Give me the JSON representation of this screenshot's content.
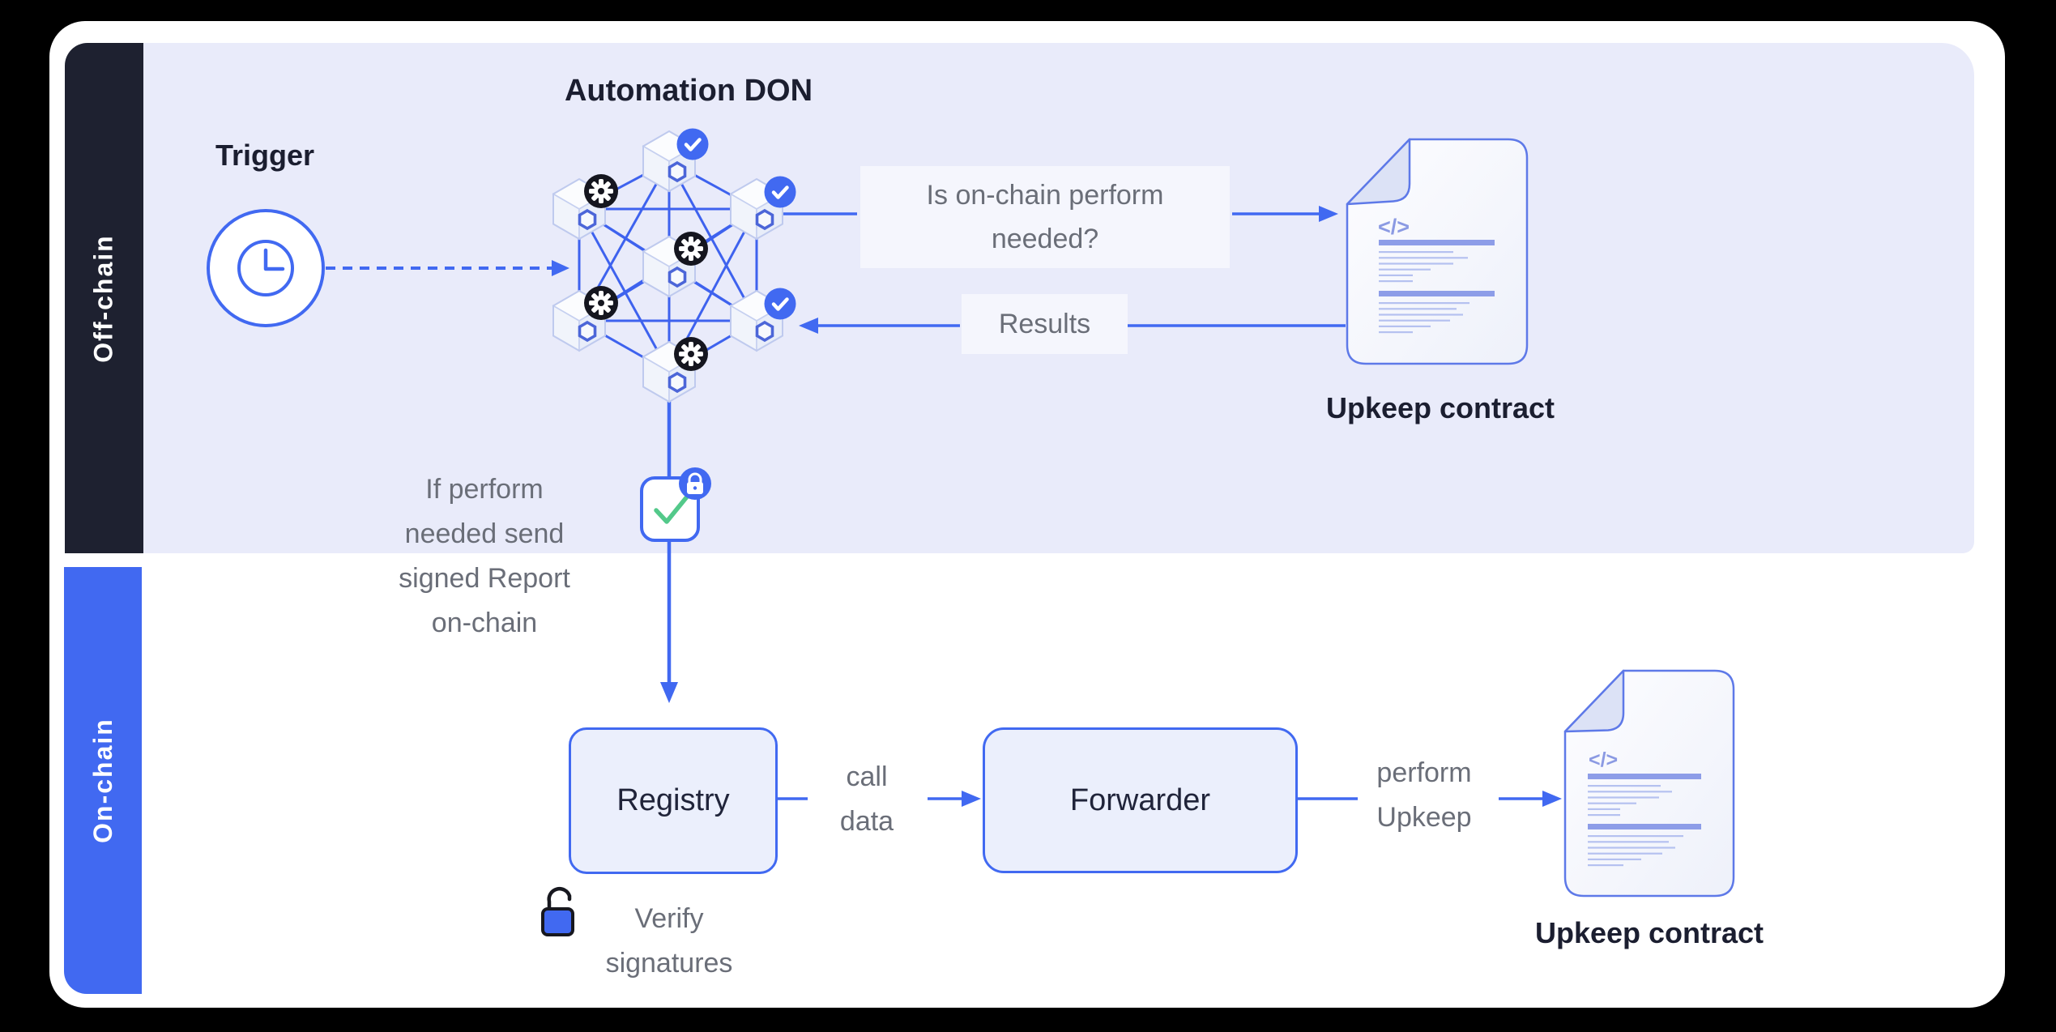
{
  "bands": {
    "offchain_label": "Off-chain",
    "onchain_label": "On-chain"
  },
  "trigger": {
    "label": "Trigger"
  },
  "don": {
    "title": "Automation DON"
  },
  "messages": {
    "question": {
      "line1": "Is on-chain perform",
      "line2": "needed?"
    },
    "results": "Results",
    "report": {
      "line1": "If perform",
      "line2": "needed send",
      "line3": "signed Report",
      "line4": "on-chain"
    },
    "call_data": {
      "line1": "call",
      "line2": "data"
    },
    "perform_upkeep": {
      "line1": "perform",
      "line2": "Upkeep"
    },
    "verify": {
      "line1": "Verify",
      "line2": "signatures"
    }
  },
  "nodes": {
    "registry_label": "Registry",
    "forwarder_label": "Forwarder"
  },
  "contracts": {
    "top_label": "Upkeep contract",
    "bottom_label": "Upkeep contract"
  },
  "icons": {
    "code_glyph": "</>",
    "clock": "clock-icon",
    "gear": "gear-icon",
    "check": "check-icon",
    "lock_closed": "lock-closed-icon",
    "lock_open": "lock-open-icon"
  },
  "colors": {
    "accent": "#4169F1",
    "offchain_band": "#1E2130",
    "onchain_band": "#4169F1",
    "lavender": "#E9EBFA",
    "gray_text": "#6A6E78",
    "dark_text": "#1B1E30",
    "green_check": "#53C98A",
    "doc_line": "#8D9DE8"
  }
}
